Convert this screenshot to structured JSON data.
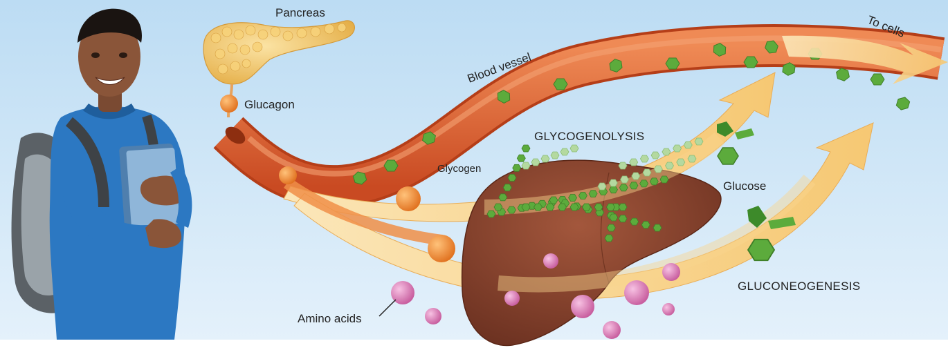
{
  "labels": {
    "pancreas": "Pancreas",
    "glucagon": "Glucagon",
    "blood_vessel": "Blood vessel",
    "to_cells": "To cells",
    "glycogenolysis": "GLYCOGENOLYSIS",
    "glycogen": "Glycogen",
    "glucose": "Glucose",
    "gluconeogenesis": "GLUCONEOGENESIS",
    "amino_acids": "Amino acids"
  },
  "colors": {
    "background_top": "#bcdcf3",
    "background_bottom": "#e4f1fb",
    "vessel": "#d8582a",
    "vessel_highlight": "#ef8a55",
    "arrow": "#f8d48e",
    "liver": "#7e3e2a",
    "glucose": "#5cab3c",
    "amino_acid": "#d86fb2",
    "glucagon_molecule": "#f08c35",
    "shirt": "#2c78c2",
    "pancreas": "#f2c463"
  },
  "icons": [
    "student-figure",
    "pancreas-organ",
    "liver-organ",
    "glucose-molecule",
    "amino-acid-molecule",
    "glucagon-molecule"
  ]
}
